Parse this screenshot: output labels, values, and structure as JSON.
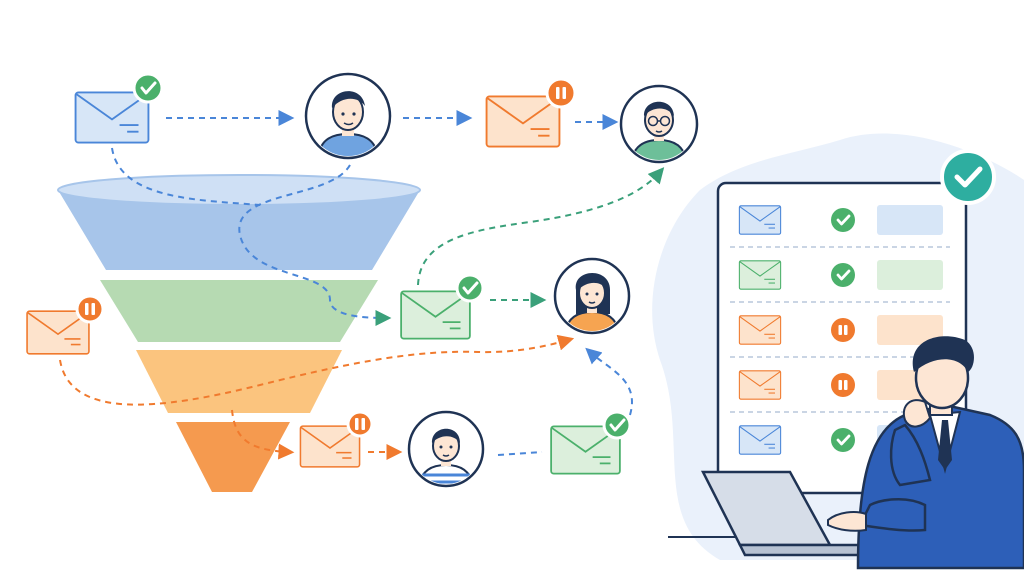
{
  "colors": {
    "blue": "#4a86d8",
    "blue_fill": "#d7e6f7",
    "green": "#4bb06b",
    "green_fill": "#dcefdc",
    "orange": "#f07a2e",
    "orange_fill": "#fde3cc",
    "teal": "#2eaea0",
    "navy": "#1f3354",
    "funnel_top": "#a7c5ea",
    "funnel_mid": "#b6dab2",
    "funnel_low": "#fbc47e",
    "funnel_tip": "#f59a4f"
  },
  "icons": {
    "check": "check-icon",
    "pause": "pause-icon",
    "email": "envelope-icon",
    "contact": "person-avatar-icon"
  },
  "funnel": {
    "stages": [
      "top",
      "middle",
      "lower",
      "bottom"
    ]
  },
  "dashboard": {
    "rows": [
      {
        "envelope": "blue",
        "status": "check"
      },
      {
        "envelope": "green",
        "status": "check"
      },
      {
        "envelope": "orange",
        "status": "pause"
      },
      {
        "envelope": "orange",
        "status": "pause"
      },
      {
        "envelope": "blue",
        "status": "check"
      }
    ],
    "header_status": "check"
  }
}
